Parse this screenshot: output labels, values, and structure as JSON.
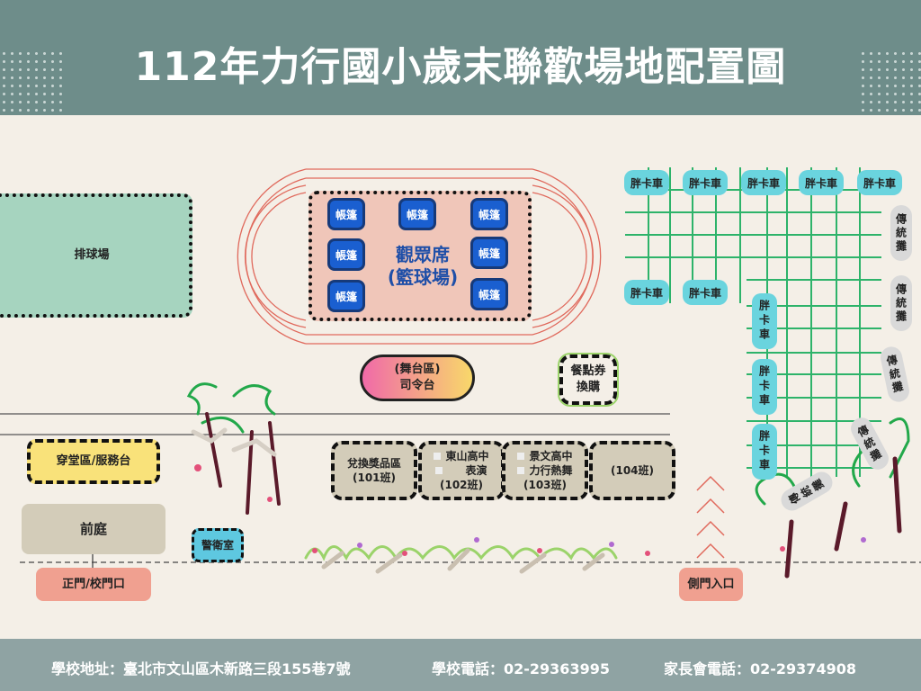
{
  "header": {
    "title": "112年力行國小歲末聯歡場地配置圖"
  },
  "areas": {
    "volleyball": "排球場",
    "audience_line1": "觀眾席",
    "audience_line2": "(籃球場)",
    "stage_line1": "(舞台區)",
    "stage_line2": "司令台",
    "meal_line1": "餐點券",
    "meal_line2": "換購",
    "lobby": "穿堂區/服務台",
    "front_yard": "前庭",
    "guard": "警衛室",
    "main_gate": "正門/校門口",
    "side_gate": "側門入口"
  },
  "tents": [
    "帳篷",
    "帳篷",
    "帳篷",
    "帳篷",
    "帳篷",
    "帳篷",
    "帳篷"
  ],
  "booths": [
    {
      "line1": "兌換獎品區",
      "line2": "",
      "cls": "(101班)"
    },
    {
      "line1": "東山高中",
      "line2": "表演",
      "cls": "(102班)"
    },
    {
      "line1": "景文高中",
      "line2": "力行熱舞",
      "cls": "(103班)"
    },
    {
      "line1": "",
      "line2": "",
      "cls": "(104班)"
    }
  ],
  "food_trucks": [
    "胖卡車",
    "胖卡車",
    "胖卡車",
    "胖卡車",
    "胖卡車",
    "胖卡車",
    "胖卡車",
    "胖卡車",
    "胖卡車",
    "胖卡車"
  ],
  "stalls": [
    "傳統攤",
    "傳統攤",
    "傳統攤",
    "傳統攤",
    "傳統攤"
  ],
  "footer": {
    "address": "學校地址：臺北市文山區木新路三段155巷7號",
    "phone": "學校電話：02-29363995",
    "parent_phone": "家長會電話：02-29374908"
  },
  "colors": {
    "header": "#6e8d8a",
    "footer": "#8fa3a3",
    "grid": "#2db36a",
    "truck": "#6ad4de",
    "tent": "#1a5fd0"
  }
}
